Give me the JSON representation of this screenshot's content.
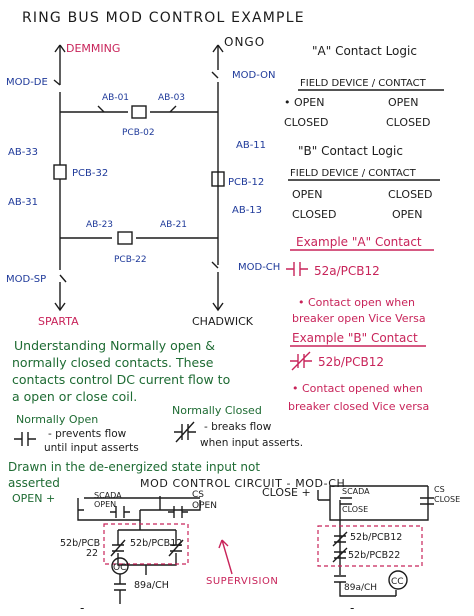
{
  "title": "RING BUS MOD CONTROL EXAMPLE",
  "ring": {
    "demming": "DEMMING",
    "ongo": "ONGO",
    "sparta": "SPARTA",
    "chadwick": "CHADWICK",
    "mod_de": "MOD-DE",
    "mod_on": "MOD-ON",
    "mod_sp": "MOD-SP",
    "mod_ch": "MOD-CH",
    "ab01": "AB-01",
    "ab03": "AB-03",
    "pcb02": "PCB-02",
    "ab33": "AB-33",
    "pcb32": "PCB-32",
    "ab31": "AB-31",
    "ab11": "AB-11",
    "pcb12": "PCB-12",
    "ab13": "AB-13",
    "ab23": "AB-23",
    "ab21": "AB-21",
    "pcb22": "PCB-22"
  },
  "logic": {
    "a_title": "\"A\" Contact Logic",
    "b_title": "\"B\" Contact Logic",
    "header": "FIELD DEVICE / CONTACT",
    "a_rows": [
      [
        "OPEN",
        "OPEN"
      ],
      [
        "CLOSED",
        "CLOSED"
      ]
    ],
    "b_rows": [
      [
        "OPEN",
        "CLOSED"
      ],
      [
        "CLOSED",
        "OPEN"
      ]
    ],
    "ex_a_title": "Example \"A\" Contact",
    "ex_a_label": "52a/PCB12",
    "ex_a_note": [
      "• Contact open when",
      "breaker open Vice Versa"
    ],
    "ex_b_title": "Example \"B\" Contact",
    "ex_b_label": "52b/PCB12",
    "ex_b_note": [
      "• Contact opened when",
      "breaker closed Vice versa"
    ]
  },
  "understanding": {
    "lines": [
      "Understanding Normally open &",
      "normally closed contacts. These",
      "contacts control DC current flow to",
      "a open or close coil."
    ]
  },
  "legend": {
    "no_title": "Normally Open",
    "no_desc": [
      "- prevents flow",
      "until input asserts"
    ],
    "nc_title": "Normally Closed",
    "nc_desc": [
      "- breaks flow",
      "when input asserts."
    ]
  },
  "drawn_note": [
    "Drawn in the de-energized state input not",
    "asserted"
  ],
  "circuit": {
    "title": "MOD CONTROL CIRCUIT - MOD-CH",
    "open": "OPEN +",
    "close": "CLOSE +",
    "scada_left": [
      "SCADA",
      "OPEN"
    ],
    "cs_left": [
      "CS",
      "OPEN"
    ],
    "b52_pcb22": [
      "52b/PCB",
      "22"
    ],
    "b52_pcb12": "52b/PCB12",
    "oc": "OC",
    "a89": "89a/CH",
    "minus": "-",
    "scada_right": [
      "SCADA",
      "CLOSE"
    ],
    "cs_right": [
      "CS",
      "CLOSE"
    ],
    "b52_r1": "52b/PCB12",
    "b52_r2": "52b/PCB22",
    "cc": "CC",
    "a89_r": "89a/CH",
    "supervision": "SUPERVISION"
  }
}
